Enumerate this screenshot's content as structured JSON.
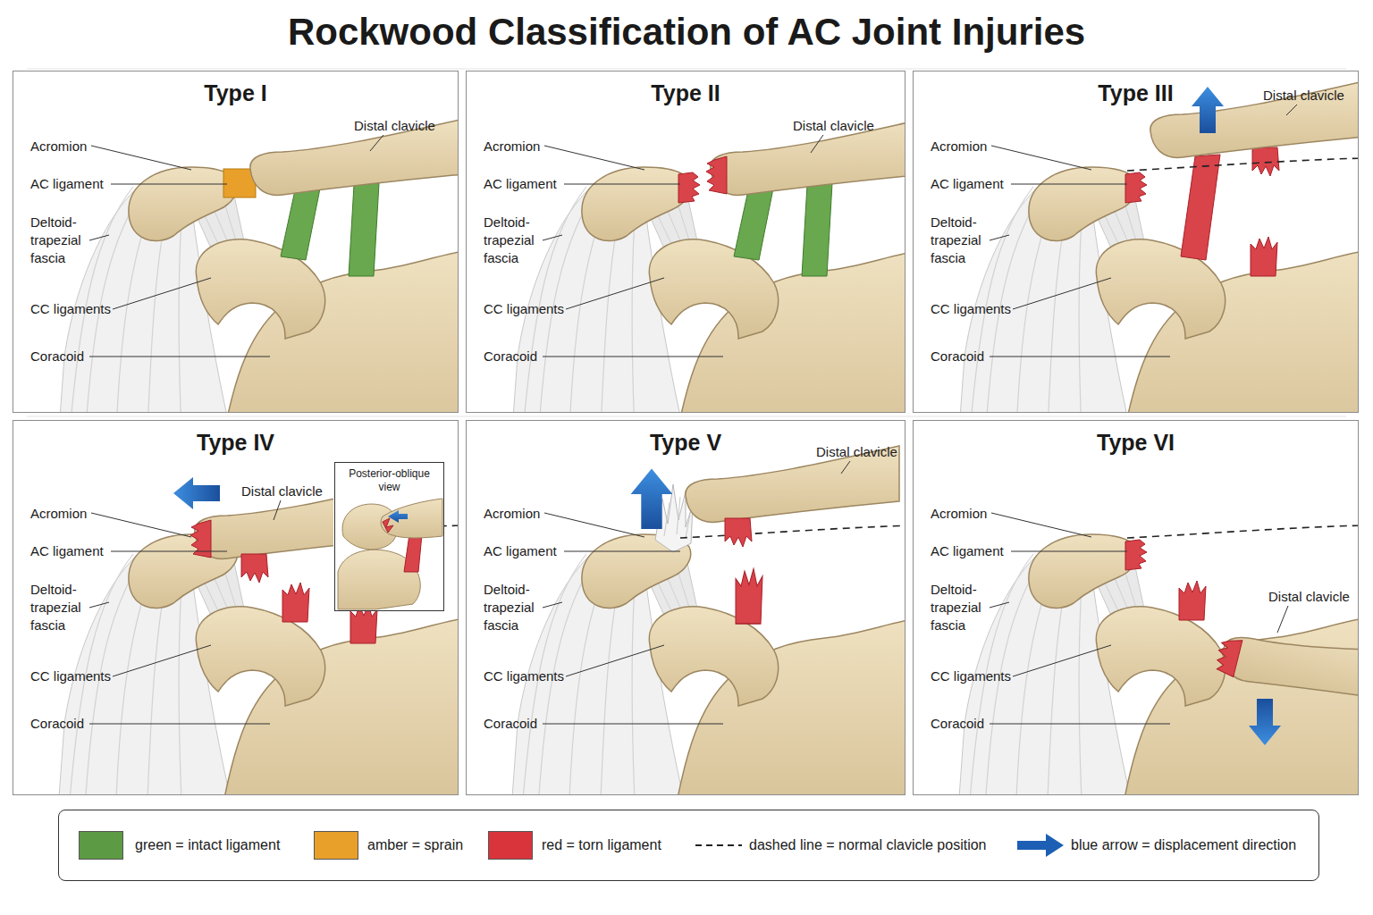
{
  "diagram": {
    "title": "Rockwood Classification of AC Joint Injuries",
    "nodes": [
      {
        "text": [
          "Type I"
        ]
      },
      {
        "text": [
          "Type II"
        ]
      },
      {
        "text": [
          "Type III"
        ]
      },
      {
        "text": [
          "Type IV"
        ]
      },
      {
        "text": [
          "Posterior-oblique view"
        ],
        "in": 3
      },
      {
        "text": [
          "Type V"
        ]
      },
      {
        "text": [
          "Type VI"
        ]
      }
    ],
    "labels": [
      "Acromion",
      "AC ligament",
      "Deltoid- trapezial fascia",
      "CC ligaments",
      "Coracoid",
      "Distal clavicle",
      "Acromion",
      "AC ligament",
      "Deltoid- trapezial fascia",
      "CC ligaments",
      "Coracoid",
      "Distal clavicle",
      "Acromion",
      "AC ligament",
      "Deltoid- trapezial fascia",
      "CC ligaments",
      "Coracoid",
      "Distal clavicle",
      "Acromion",
      "AC ligament",
      "Deltoid- trapezial fascia",
      "CC ligaments",
      "Coracoid",
      "Distal clavicle",
      "Acromion",
      "AC ligament",
      "Deltoid- trapezial fascia",
      "CC ligaments",
      "Coracoid",
      "Distal clavicle",
      "Acromion",
      "AC ligament",
      "Deltoid- trapezial fascia",
      "CC ligaments",
      "Coracoid",
      "Distal clavicle"
    ],
    "legend": [
      {
        "text": "green = intact ligament",
        "color": "#5c9a43"
      },
      {
        "text": "amber = sprain",
        "color": "#e8a02a"
      },
      {
        "text": "red = torn ligament",
        "color": "#d9343c"
      },
      {
        "text": "dashed line = normal clavicle position"
      },
      {
        "text": "blue arrow = displacement direction"
      }
    ]
  }
}
